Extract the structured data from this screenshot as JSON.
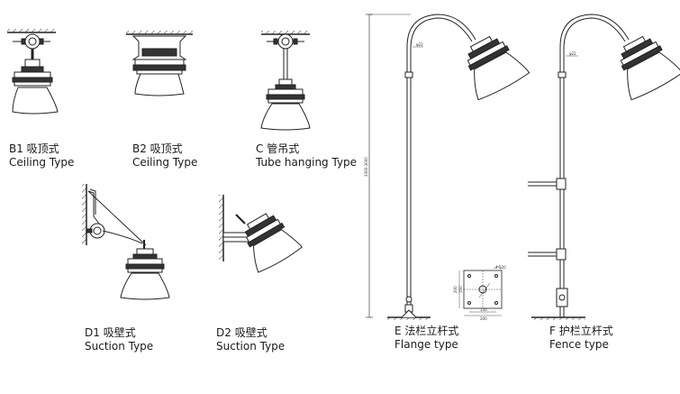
{
  "mounts": [
    {
      "id": "b1",
      "zh": "B1 吸顶式",
      "en": "Ceiling Type"
    },
    {
      "id": "b2",
      "zh": "B2 吸顶式",
      "en": "Ceiling  Type"
    },
    {
      "id": "c",
      "zh": "C 管吊式",
      "en": "Tube hanging Type"
    },
    {
      "id": "d1",
      "zh": "D1 吸壁式",
      "en": "Suction Type"
    },
    {
      "id": "d2",
      "zh": "D2 吸壁式",
      "en": "Suction Type"
    },
    {
      "id": "e",
      "zh": "E 法栏立杆式",
      "en": "Flange type"
    },
    {
      "id": "f",
      "zh": "F 护栏立杆式",
      "en": "Fence type"
    }
  ],
  "dimensions": {
    "pole_height": "3300-3000",
    "pipe_dia_e": "φ22",
    "pipe_dia_f": "φ22",
    "flange_bolt": "4-φ20",
    "flange_width": "200",
    "flange_hole_pitch": "150",
    "flange_side": "200",
    "flange_inner": "150"
  }
}
